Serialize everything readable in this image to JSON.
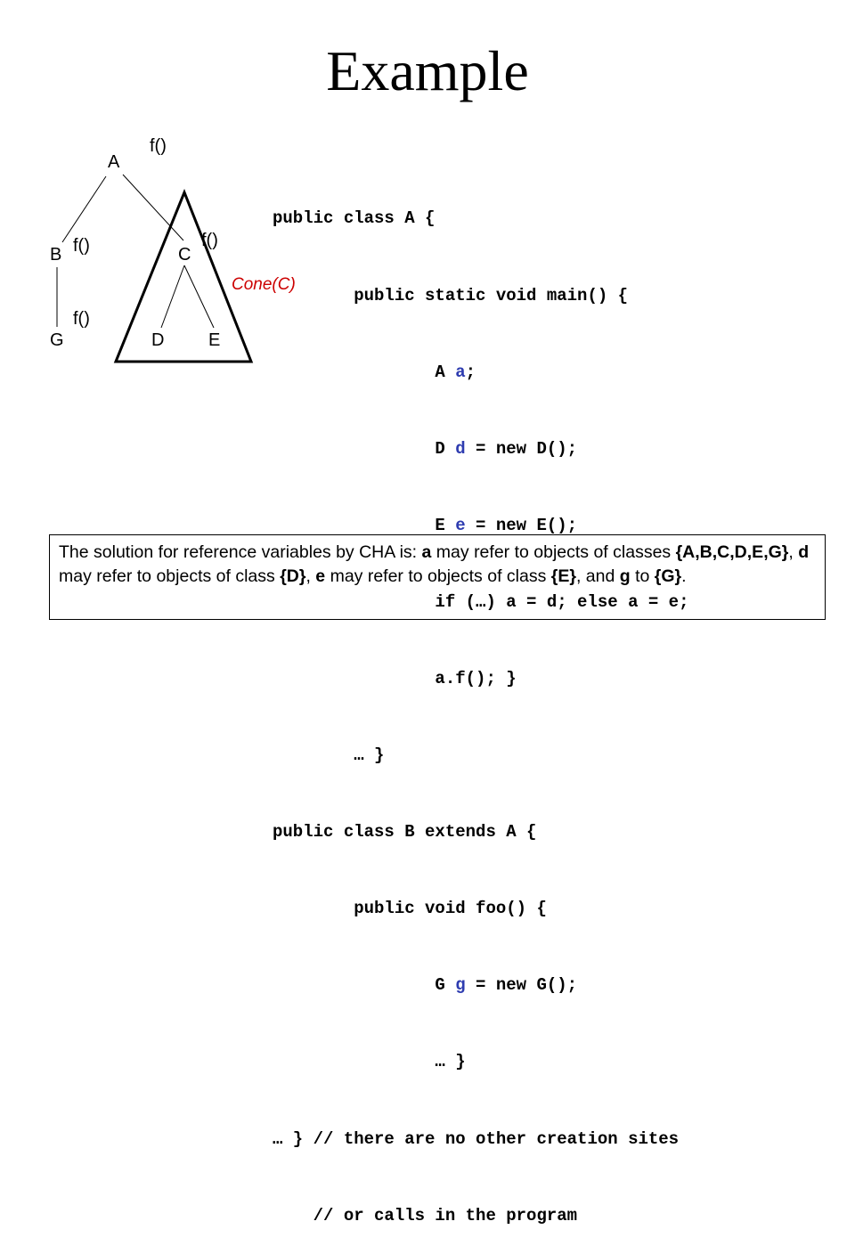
{
  "title": "Example",
  "tree": {
    "nodes": {
      "a": "A",
      "b": "B",
      "c": "C",
      "d": "D",
      "e": "E",
      "g": "G"
    },
    "method_labels": {
      "a": "f()",
      "b": "f()",
      "c": "f()",
      "g": "f()"
    },
    "cone_label": "Cone(C)"
  },
  "code": {
    "l1": "public class A {",
    "l2": "        public static void main() {",
    "l3_pre": "                A ",
    "l3_var": "a",
    "l3_post": ";",
    "l4_pre": "                D ",
    "l4_var": "d",
    "l4_post": " = new D();",
    "l5_pre": "                E ",
    "l5_var": "e",
    "l5_post": " = new E();",
    "l6": "                if (…) a = d; else a = e;",
    "l7": "                a.f(); }",
    "l8": "        … }",
    "l9": "public class B extends A {",
    "l10": "        public void foo() {",
    "l11_pre": "                G ",
    "l11_var": "g",
    "l11_post": " = new G();",
    "l12": "                … }",
    "l13": "… } // there are no other creation sites",
    "l14": "    // or calls in the program"
  },
  "solution": {
    "t1": "The solution for reference variables by CHA is: ",
    "b1": "a",
    "t2": " may refer to objects of classes ",
    "b2": "{A,B,C,D,E,G}",
    "t3": ", ",
    "b3": "d",
    "t4": " may refer to objects of class ",
    "b4": "{D}",
    "t5": ", ",
    "b5": "e",
    "t6": " may refer to objects of class ",
    "b6": "{E}",
    "t7": ", and ",
    "b7": "g",
    "t8": " to ",
    "b8": "{G}",
    "t9": "."
  }
}
